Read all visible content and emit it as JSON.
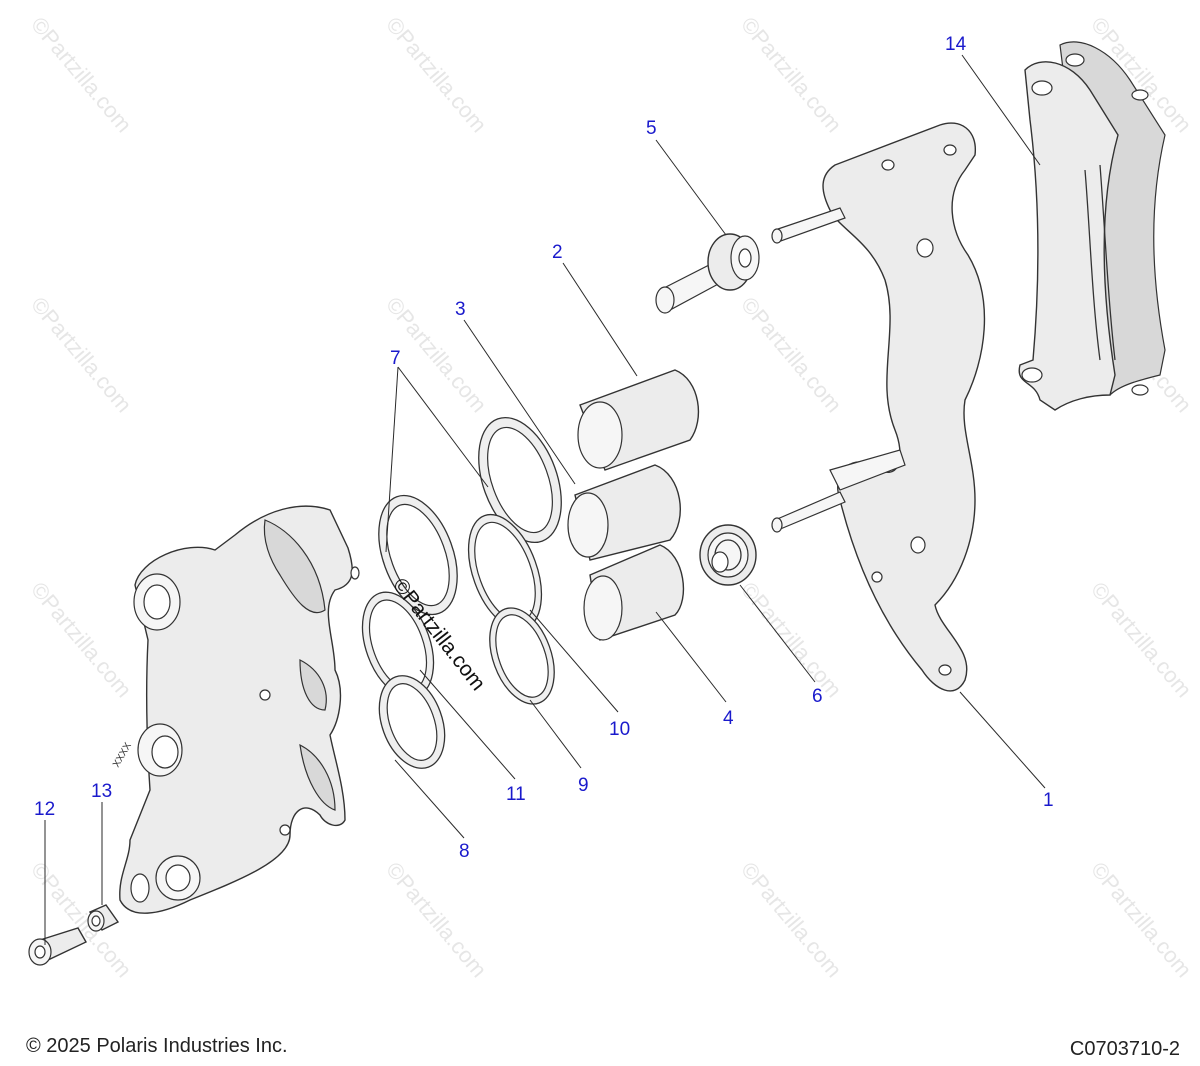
{
  "watermark": "©Partzilla.com",
  "center_watermark": "©Partzilla.com",
  "caliper_marking": "XXXX",
  "callouts": {
    "c1": "1",
    "c2": "2",
    "c3": "3",
    "c4": "4",
    "c5": "5",
    "c6": "6",
    "c7": "7",
    "c8": "8",
    "c9": "9",
    "c10": "10",
    "c11": "11",
    "c12": "12",
    "c13": "13",
    "c14": "14"
  },
  "footer": {
    "copyright": "© 2025 Polaris Industries Inc.",
    "diagram_code": "C0703710-2"
  },
  "colors": {
    "callout": "#1a1acc",
    "line": "#2a2a2a",
    "part_fill": "#ececec"
  }
}
